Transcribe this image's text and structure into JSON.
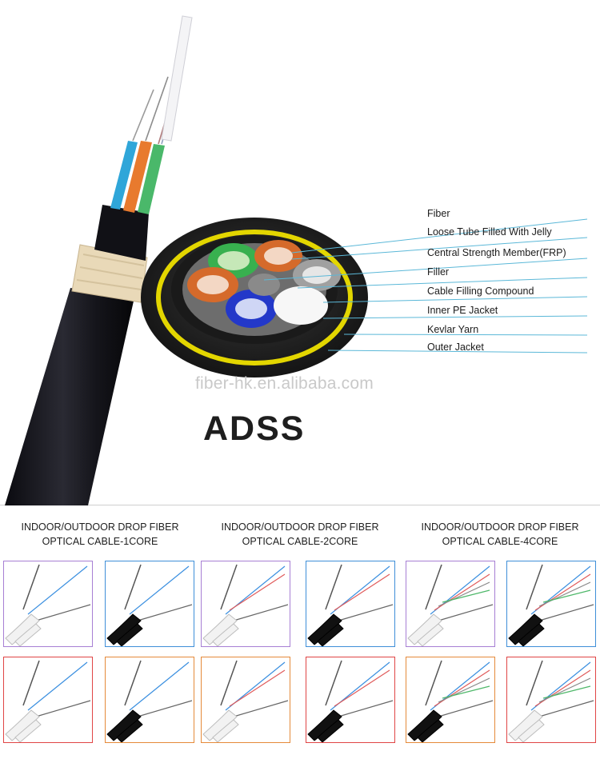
{
  "product": {
    "title": "ADSS",
    "watermark": "fiber-hk.en.alibaba.com"
  },
  "cross_section_labels": [
    "Fiber",
    "Loose Tube Filled With Jelly",
    "Central Strength Member(FRP)",
    "Filler",
    "Cable Filling Compound",
    "Inner PE Jacket",
    "Kevlar Yarn",
    "Outer Jacket"
  ],
  "variant_groups": [
    {
      "line1": "INDOOR/OUTDOOR DROP FIBER",
      "line2": "OPTICAL CABLE-1CORE"
    },
    {
      "line1": "INDOOR/OUTDOOR DROP FIBER",
      "line2": "OPTICAL CABLE-2CORE"
    },
    {
      "line1": "INDOOR/OUTDOOR DROP FIBER",
      "line2": "OPTICAL CABLE-4CORE"
    }
  ],
  "colors": {
    "leader_line": "#5bb8d8",
    "kevlar_ring": "#e3d600",
    "tile_border_purple": "#a77fd4",
    "tile_border_blue": "#3f8fd8",
    "tile_border_red": "#e04545",
    "tile_border_orange": "#e58a3a"
  },
  "tiles": [
    {
      "jacket": "white",
      "fibers": 1,
      "border": "#a77fd4"
    },
    {
      "jacket": "black",
      "fibers": 1,
      "border": "#3f8fd8"
    },
    {
      "jacket": "white",
      "fibers": 2,
      "border": "#a77fd4"
    },
    {
      "jacket": "black",
      "fibers": 2,
      "border": "#3f8fd8"
    },
    {
      "jacket": "white",
      "fibers": 4,
      "border": "#a77fd4"
    },
    {
      "jacket": "black",
      "fibers": 4,
      "border": "#3f8fd8"
    },
    {
      "jacket": "white",
      "fibers": 1,
      "border": "#e04545"
    },
    {
      "jacket": "black",
      "fibers": 1,
      "border": "#e58a3a"
    },
    {
      "jacket": "white",
      "fibers": 2,
      "border": "#e58a3a"
    },
    {
      "jacket": "black",
      "fibers": 2,
      "border": "#e04545"
    },
    {
      "jacket": "black",
      "fibers": 4,
      "border": "#e58a3a"
    },
    {
      "jacket": "white",
      "fibers": 4,
      "border": "#e04545"
    }
  ]
}
